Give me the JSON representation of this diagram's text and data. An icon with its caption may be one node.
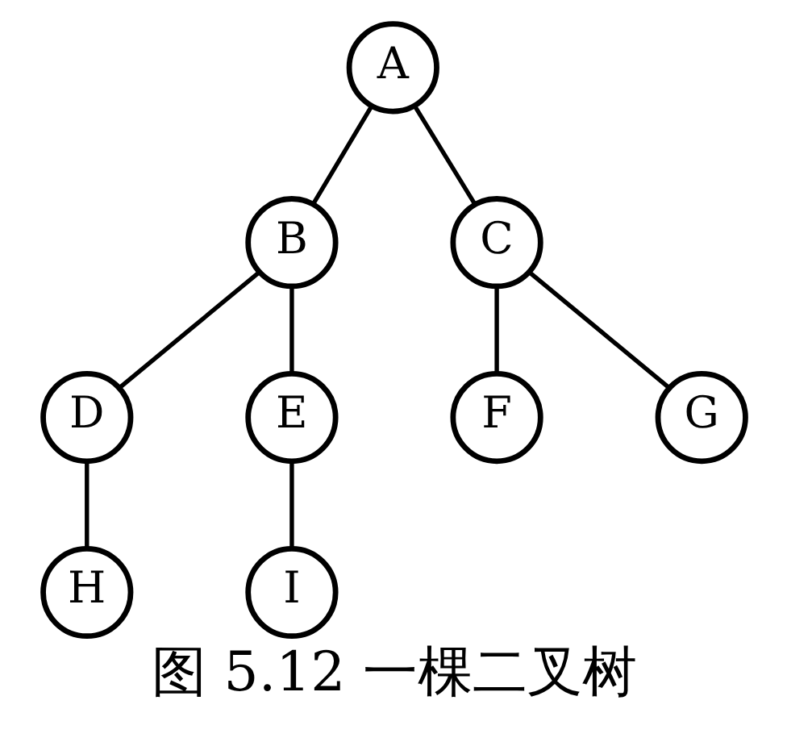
{
  "diagram": {
    "caption": "图 5.12 一棵二叉树",
    "nodes": [
      {
        "text": [
          "A"
        ]
      },
      {
        "text": [
          "B"
        ]
      },
      {
        "text": [
          "C"
        ]
      },
      {
        "text": [
          "D"
        ]
      },
      {
        "text": [
          "E"
        ]
      },
      {
        "text": [
          "F"
        ]
      },
      {
        "text": [
          "G"
        ]
      },
      {
        "text": [
          "H"
        ]
      },
      {
        "text": [
          "I"
        ]
      }
    ],
    "edges": [
      {
        "from": 0,
        "to": 1,
        "arrow": "none"
      },
      {
        "from": 0,
        "to": 2,
        "arrow": "none"
      },
      {
        "from": 1,
        "to": 3,
        "arrow": "none"
      },
      {
        "from": 1,
        "to": 4,
        "arrow": "none"
      },
      {
        "from": 2,
        "to": 5,
        "arrow": "none"
      },
      {
        "from": 2,
        "to": 6,
        "arrow": "none"
      },
      {
        "from": 3,
        "to": 7,
        "arrow": "none"
      },
      {
        "from": 4,
        "to": 8,
        "arrow": "none"
      }
    ]
  }
}
